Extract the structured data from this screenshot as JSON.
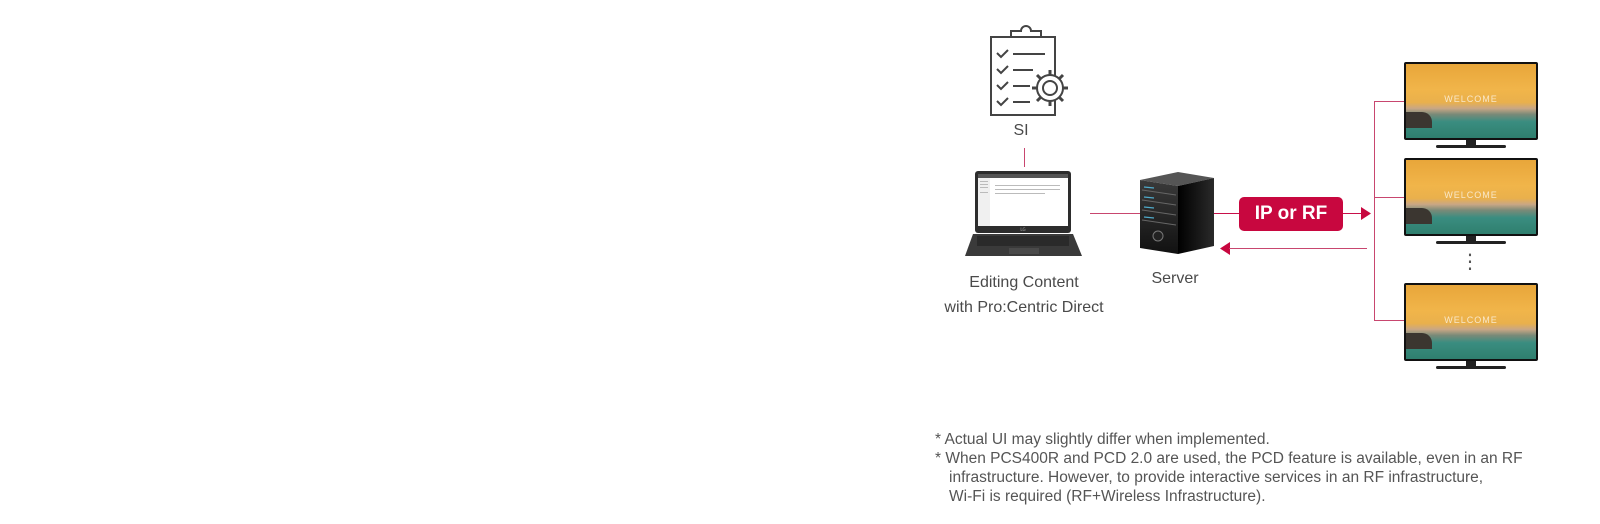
{
  "diagram": {
    "nodes": {
      "si": {
        "label": "SI",
        "icon": "clipboard-gear-icon"
      },
      "laptop": {
        "label_line1": "Editing Content",
        "label_line2": "with Pro:Centric Direct",
        "icon": "laptop-icon"
      },
      "server": {
        "label": "Server",
        "icon": "server-tower-icon"
      },
      "tvs": [
        {
          "screen_text": "WELCOME",
          "icon": "tv-icon"
        },
        {
          "screen_text": "WELCOME",
          "icon": "tv-icon"
        },
        {
          "screen_text": "WELCOME",
          "icon": "tv-icon"
        }
      ],
      "ellipsis": "⋮"
    },
    "connection": {
      "label": "IP or RF"
    },
    "colors": {
      "accent": "#c8073f",
      "line": "#c8104a",
      "text": "#4a4a4a"
    }
  },
  "notes": [
    "* Actual UI may slightly differ when implemented.",
    "* When PCS400R and PCD 2.0 are used, the PCD feature is available, even in an RF",
    "infrastructure. However, to provide interactive services in an RF infrastructure,",
    "Wi-Fi is required (RF+Wireless Infrastructure)."
  ]
}
